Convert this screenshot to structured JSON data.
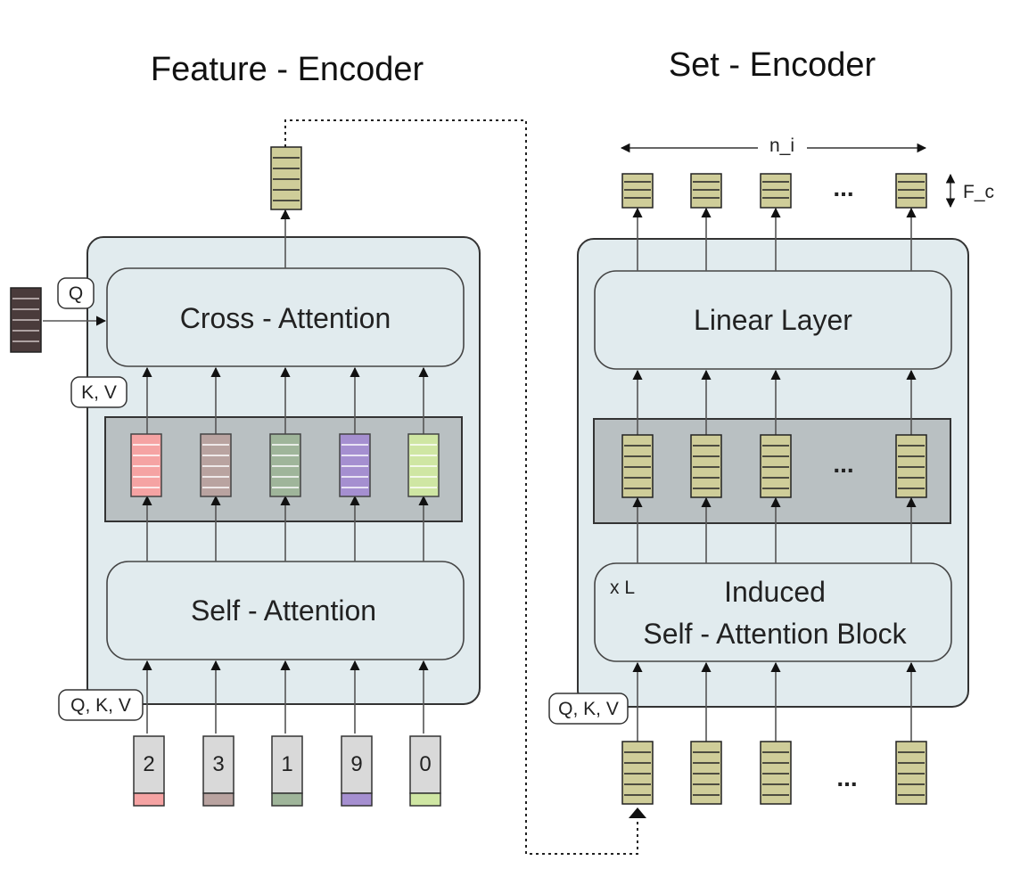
{
  "feature_encoder": {
    "title": "Feature - Encoder",
    "cross_attention_label": "Cross - Attention",
    "self_attention_label": "Self - Attention",
    "query_tag": "Q",
    "kv_tag": "K, V",
    "qkv_tag": "Q, K, V",
    "tokens": [
      {
        "value": "2",
        "color": "#f5a3a3"
      },
      {
        "value": "3",
        "color": "#b9a3a0"
      },
      {
        "value": "1",
        "color": "#9fb59a"
      },
      {
        "value": "9",
        "color": "#a58fd0"
      },
      {
        "value": "0",
        "color": "#cfe6a3"
      }
    ]
  },
  "set_encoder": {
    "title": "Set - Encoder",
    "linear_layer_label": "Linear Layer",
    "isab_label_line1": "Induced",
    "isab_label_line2": "Self - Attention Block",
    "repeat_tag": "x L",
    "qkv_tag": "Q, K, V",
    "width_label": "n_i",
    "height_label": "F_c",
    "ellipsis": "..."
  },
  "colors": {
    "panel_fill": "#e1ebee",
    "panel_stroke": "#333333",
    "embed_band": "#b9c0c2",
    "feature_vector": "#cfcd99",
    "query_vector": "#4a3b3b"
  }
}
